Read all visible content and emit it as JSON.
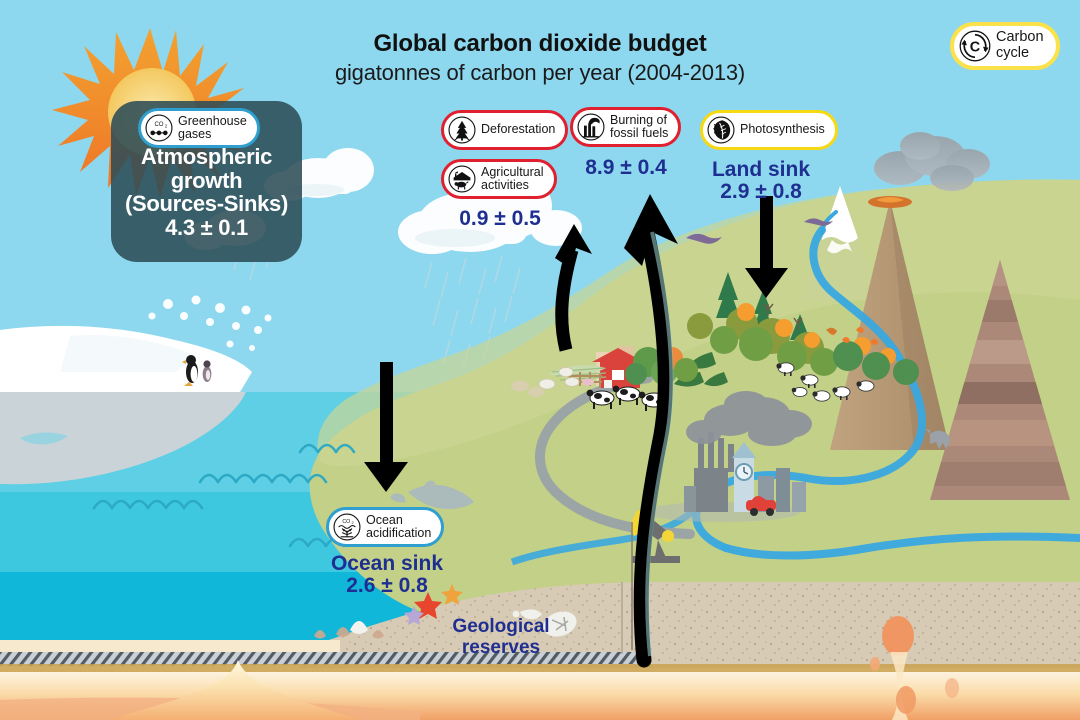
{
  "header": {
    "title": "Global carbon dioxide budget",
    "subtitle": "gigatonnes of carbon per year (2004-2013)"
  },
  "logo": {
    "line1": "Carbon",
    "line2": "cycle",
    "icon": "carbon-cycle-icon",
    "border_color": "#fbe14a"
  },
  "atmospheric_card": {
    "badge": {
      "line1": "Greenhouse",
      "line2": "gases",
      "icon": "co2-molecule-icon",
      "border_color": "#2f9fd0"
    },
    "line1": "Atmospheric",
    "line2": "growth",
    "line3": "(Sources-Sinks)",
    "value": "4.3 ± 0.1",
    "background": "#2c4c56",
    "text_color": "#ffffff"
  },
  "flows": [
    {
      "id": "deforestation",
      "badge_line1": "Deforestation",
      "badge_line2": "",
      "icon": "pine-tree-icon",
      "border_color": "#e0202e"
    },
    {
      "id": "agricultural-activities",
      "badge_line1": "Agricultural",
      "badge_line2": "activities",
      "icon": "barn-cow-icon",
      "border_color": "#e0202e",
      "value": "0.9 ± 0.5"
    },
    {
      "id": "burning-fossil-fuels",
      "badge_line1": "Burning of",
      "badge_line2": "fossil fuels",
      "icon": "smokestack-icon",
      "border_color": "#e0202e",
      "value": "8.9 ± 0.4"
    },
    {
      "id": "photosynthesis",
      "badge_line1": "Photosynthesis",
      "badge_line2": "",
      "icon": "leaf-sun-icon",
      "border_color": "#f7d913",
      "label": "Land sink",
      "value": "2.9 ± 0.8"
    },
    {
      "id": "ocean-acidification",
      "badge_line1": "Ocean",
      "badge_line2": "acidification",
      "icon": "co2-coral-icon",
      "border_color": "#2f9fd0",
      "label": "Ocean sink",
      "value": "2.6 ± 0.8"
    }
  ],
  "geological_reserves": {
    "line1": "Geological",
    "line2": "reserves",
    "text_color": "#1f2f91"
  },
  "palette": {
    "sky": "#8ed8ef",
    "ocean_top": "#5ecfe4",
    "ocean_mid": "#37c6e0",
    "ocean_deep": "#11b7d8",
    "land": "#c3d087",
    "sand": "#d8cbb6",
    "magma": "#f0a868",
    "arrow": "#000000",
    "value_text": "#1f2f91"
  },
  "scene": {
    "sun": "sun-icon",
    "iceberg": "iceberg-with-penguins",
    "clouds": "cloud-icon",
    "rain": "rain-streaks",
    "volcano": "volcano-icon",
    "striped_mountain": "layered-mountain-icon",
    "snowy_peak": "snow-capped-mountain-icon",
    "forest": "forest-icon",
    "farm": "red-barn-icon",
    "cows": "cow-icon",
    "sheep": "sheep-icon",
    "city": "city-skyline-icon",
    "factory": "factory-smokestack-icon",
    "car": "red-car-icon",
    "oil_pump": "oil-derrick-icon",
    "river": "river-icon",
    "road": "road-icon",
    "dolphin": "dolphin-icon",
    "bird": "bird-icon",
    "fox": "fox-icon",
    "fossil": "fossil-icon",
    "shells": "seashell-icon",
    "starfish": "starfish-icon"
  }
}
